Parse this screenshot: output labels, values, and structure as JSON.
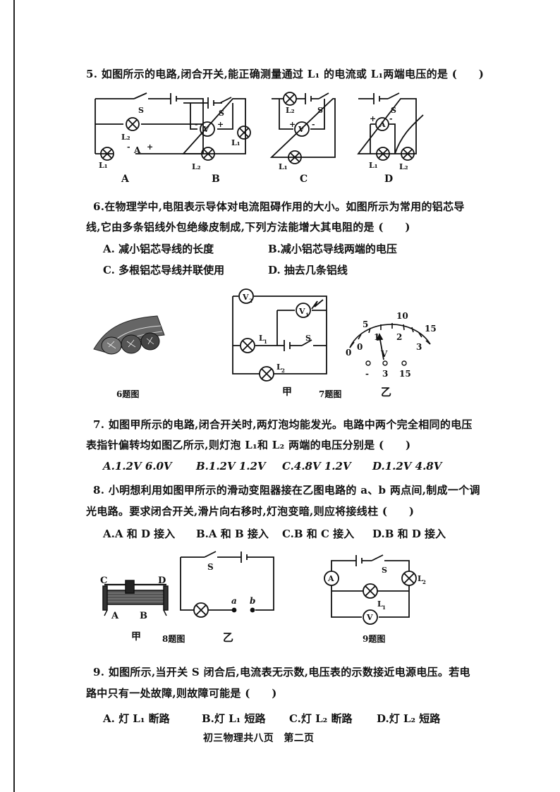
{
  "q5": {
    "stem": "5. 如图所示的电路,闭合开关,能正确测量通过 L₁ 的电流或 L₁两端电压的是 (　　)",
    "labels": [
      "A",
      "B",
      "C",
      "D"
    ]
  },
  "q6": {
    "stem_line1": "6.在物理学中,电阻表示导体对电流阻碍作用的大小。如图所示为常用的铝芯导",
    "stem_line2": "线,它由多条铝线外包绝缘皮制成,下列方法能增大其电阻的是 (　　)",
    "options": [
      "A. 减小铝芯导线的长度",
      "B.减小铝芯导线两端的电压",
      "C. 多根铝芯导线并联使用",
      "D. 抽去几条铝线"
    ],
    "caption": "6题图"
  },
  "q7": {
    "fig_left_label": "甲",
    "caption": "7题图",
    "fig_right_label": "乙",
    "stem_line1": "7. 如图甲所示的电路,闭合开关时,两灯泡均能发光。电路中两个完全相同的电压",
    "stem_line2": "表指针偏转均如图乙所示,则灯泡 L₁和 L₂ 两端的电压分别是 (　　)",
    "options": [
      "A.1.2V 6.0V",
      "B.1.2V 1.2V",
      "C.4.8V 1.2V",
      "D.1.2V 4.8V"
    ],
    "meter": {
      "upper_scale": [
        "0",
        "5",
        "10",
        "15"
      ],
      "lower_scale": [
        "0",
        "1",
        "2",
        "3"
      ],
      "unit": "V",
      "terminals": [
        "-",
        "3",
        "15"
      ],
      "needle_reading_0_3": 1.2
    }
  },
  "q8": {
    "stem_line1": "8. 小明想利用如图甲所示的滑动变阻器接在乙图电路的 a、b 两点间,制成一个调",
    "stem_line2": "光电路。要求闭合开关,滑片向右移时,灯泡变暗,则应将接线柱 (　　)",
    "options": [
      "A.A 和 D 接入",
      "B.A 和 B 接入",
      "C.B 和 C 接入",
      "D.B 和 D 接入"
    ],
    "fig_left_label": "甲",
    "caption": "8题图",
    "fig_right_label": "乙",
    "terminals": [
      "C",
      "D",
      "A",
      "B"
    ],
    "circuit_labels": [
      "S",
      "a",
      "b"
    ]
  },
  "q9": {
    "caption": "9题图",
    "stem_line1": "9. 如图所示,当开关 S 闭合后,电流表无示数,电压表的示数接近电源电压。若电",
    "stem_line2": "路中只有一处故障,则故障可能是 (　　)",
    "options": [
      "A. 灯 L₁ 断路",
      "B.灯 L₁ 短路",
      "C.灯 L₂ 断路",
      "D.灯 L₂ 短路"
    ]
  },
  "footer": "初三物理共八页　第二页"
}
